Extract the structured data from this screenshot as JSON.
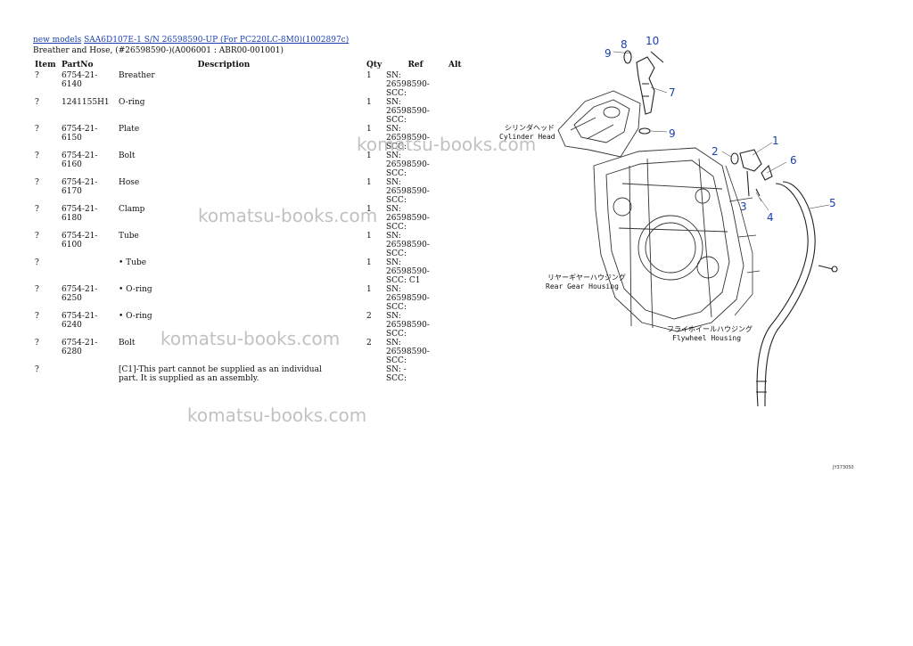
{
  "breadcrumb": {
    "link1": "new models",
    "link2": "SAA6D107E-1 S/N 26598590-UP (For PC220LC-8M0)(1002897c)"
  },
  "subtitle": "Breather and Hose, (#26598590-)(A006001 : ABR00-001001)",
  "table": {
    "headers": {
      "item": "Item",
      "partno": "PartNo",
      "description": "Description",
      "qty": "Qty",
      "ref": "Ref",
      "alt": "Alt"
    },
    "rows": [
      {
        "item": "?",
        "partno": "6754-21-6140",
        "description": "Breather",
        "qty": "1",
        "ref1": "SN: 26598590-",
        "ref2": "SCC:"
      },
      {
        "item": "?",
        "partno": "1241155H1",
        "description": "O-ring",
        "qty": "1",
        "ref1": "SN: 26598590-",
        "ref2": "SCC:"
      },
      {
        "item": "?",
        "partno": "6754-21-6150",
        "description": "Plate",
        "qty": "1",
        "ref1": "SN: 26598590-",
        "ref2": "SCC:"
      },
      {
        "item": "?",
        "partno": "6754-21-6160",
        "description": "Bolt",
        "qty": "1",
        "ref1": "SN: 26598590-",
        "ref2": "SCC:"
      },
      {
        "item": "?",
        "partno": "6754-21-6170",
        "description": "Hose",
        "qty": "1",
        "ref1": "SN: 26598590-",
        "ref2": "SCC:"
      },
      {
        "item": "?",
        "partno": "6754-21-6180",
        "description": "Clamp",
        "qty": "1",
        "ref1": "SN: 26598590-",
        "ref2": "SCC:"
      },
      {
        "item": "?",
        "partno": "6754-21-6100",
        "description": "Tube",
        "qty": "1",
        "ref1": "SN: 26598590-",
        "ref2": "SCC:"
      },
      {
        "item": "?",
        "partno": "",
        "description": "• Tube",
        "qty": "1",
        "ref1": "SN: 26598590-",
        "ref2": "SCC: C1"
      },
      {
        "item": "?",
        "partno": "6754-21-6250",
        "description": "• O-ring",
        "qty": "1",
        "ref1": "SN: 26598590-",
        "ref2": "SCC:"
      },
      {
        "item": "?",
        "partno": "6754-21-6240",
        "description": "• O-ring",
        "qty": "2",
        "ref1": "SN: 26598590-",
        "ref2": "SCC:"
      },
      {
        "item": "?",
        "partno": "6754-21-6280",
        "description": "Bolt",
        "qty": "2",
        "ref1": "SN: 26598590-",
        "ref2": "SCC:"
      }
    ],
    "note": {
      "item": "?",
      "line1": "[C1]-This part cannot be supplied as an individual",
      "line2": "part. It is supplied as an assembly.",
      "ref1": "SN: -",
      "ref2": "SCC:"
    }
  },
  "watermark": "komatsu-books.com",
  "diagram": {
    "callouts": [
      "1",
      "2",
      "3",
      "4",
      "5",
      "6",
      "7",
      "8",
      "9",
      "9",
      "10"
    ],
    "labels": {
      "cyl_jp": "シリンダヘッド",
      "cyl_en": "Cylinder Head",
      "rear_jp": "リヤーギヤーハウジング",
      "rear_en": "Rear Gear Housing",
      "fly_jp": "フライホイールハウジング",
      "fly_en": "Flywheel Housing"
    },
    "code": "JY373050",
    "callout_color": "#1a3fb0"
  }
}
